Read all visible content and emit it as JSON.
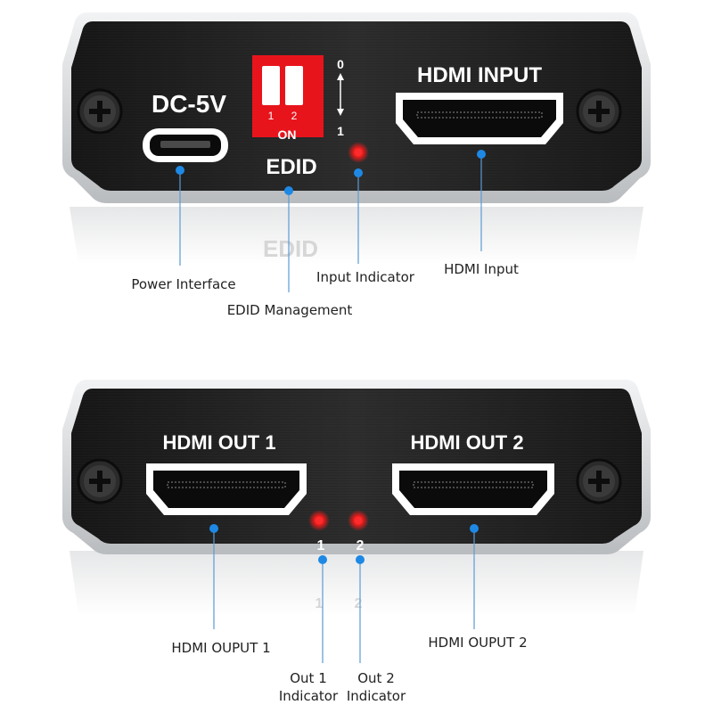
{
  "top_panel": {
    "dc_label": "DC-5V",
    "edid_label": "EDID",
    "hdmi_input_label": "HDMI INPUT",
    "dip": {
      "switch1": "1",
      "switch2": "2",
      "on_text": "ON",
      "pos_off": "0",
      "pos_on": "1"
    },
    "reflection_text": "EDID"
  },
  "top_callouts": {
    "power": "Power Interface",
    "edid": "EDID Management",
    "input_indicator": "Input Indicator",
    "hdmi_input": "HDMI Input"
  },
  "bottom_panel": {
    "out1_label": "HDMI OUT 1",
    "out2_label": "HDMI OUT 2",
    "led1_num": "1",
    "led2_num": "2",
    "reflection1": "1",
    "reflection2": "2"
  },
  "bottom_callouts": {
    "out1": "HDMI OUPUT 1",
    "out2": "HDMI OUPUT 2",
    "out1_ind_l1": "Out 1",
    "out1_ind_l2": "Indicator",
    "out2_ind_l1": "Out 2",
    "out2_ind_l2": "Indicator"
  },
  "colors": {
    "panel": "#1c1c1c",
    "frame": "#c9cbcd",
    "callout_dot": "#1e88e5",
    "callout_line": "#5b9bd5",
    "led": "#ff1a1a",
    "dip_switch": "#e8141c"
  }
}
